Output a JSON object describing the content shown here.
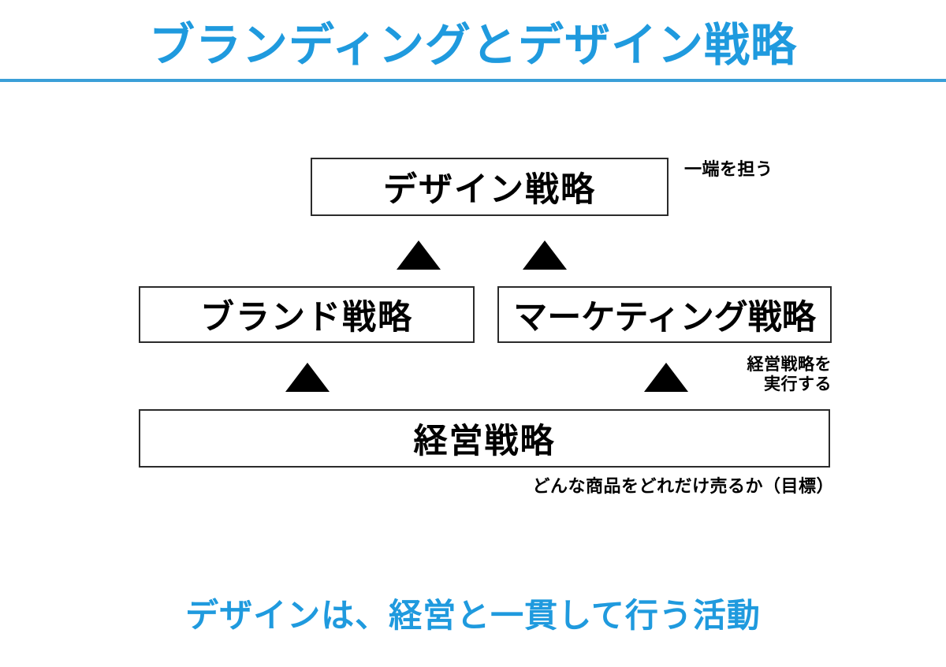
{
  "slide": {
    "title": "ブランディングとデザイン戦略",
    "footer_message": "デザインは、経営と一貫して行う活動",
    "accent_color": "#1f9ade",
    "rule_color": "#3a9fd8",
    "box_border_color": "#2b2b2b",
    "arrow_color": "#000000",
    "background_color": "#ffffff"
  },
  "diagram": {
    "type": "hierarchy",
    "nodes": [
      {
        "id": "design",
        "label": "デザイン戦略",
        "level": 3
      },
      {
        "id": "brand",
        "label": "ブランド戦略",
        "level": 2
      },
      {
        "id": "marketing",
        "label": "マーケティング戦略",
        "level": 2
      },
      {
        "id": "management",
        "label": "経営戦略",
        "level": 1
      }
    ],
    "arrows": [
      {
        "from": "brand",
        "to": "design",
        "glyph": "▲"
      },
      {
        "from": "marketing",
        "to": "design",
        "glyph": "▲"
      },
      {
        "from": "management",
        "to": "brand",
        "glyph": "▲"
      },
      {
        "from": "management",
        "to": "marketing",
        "glyph": "▲"
      }
    ],
    "annotations": {
      "design_note": "一端を担う",
      "execute_note_line1": "経営戦略を",
      "execute_note_line2": "実行する",
      "management_note": "どんな商品をどれだけ売るか（目標）"
    }
  }
}
